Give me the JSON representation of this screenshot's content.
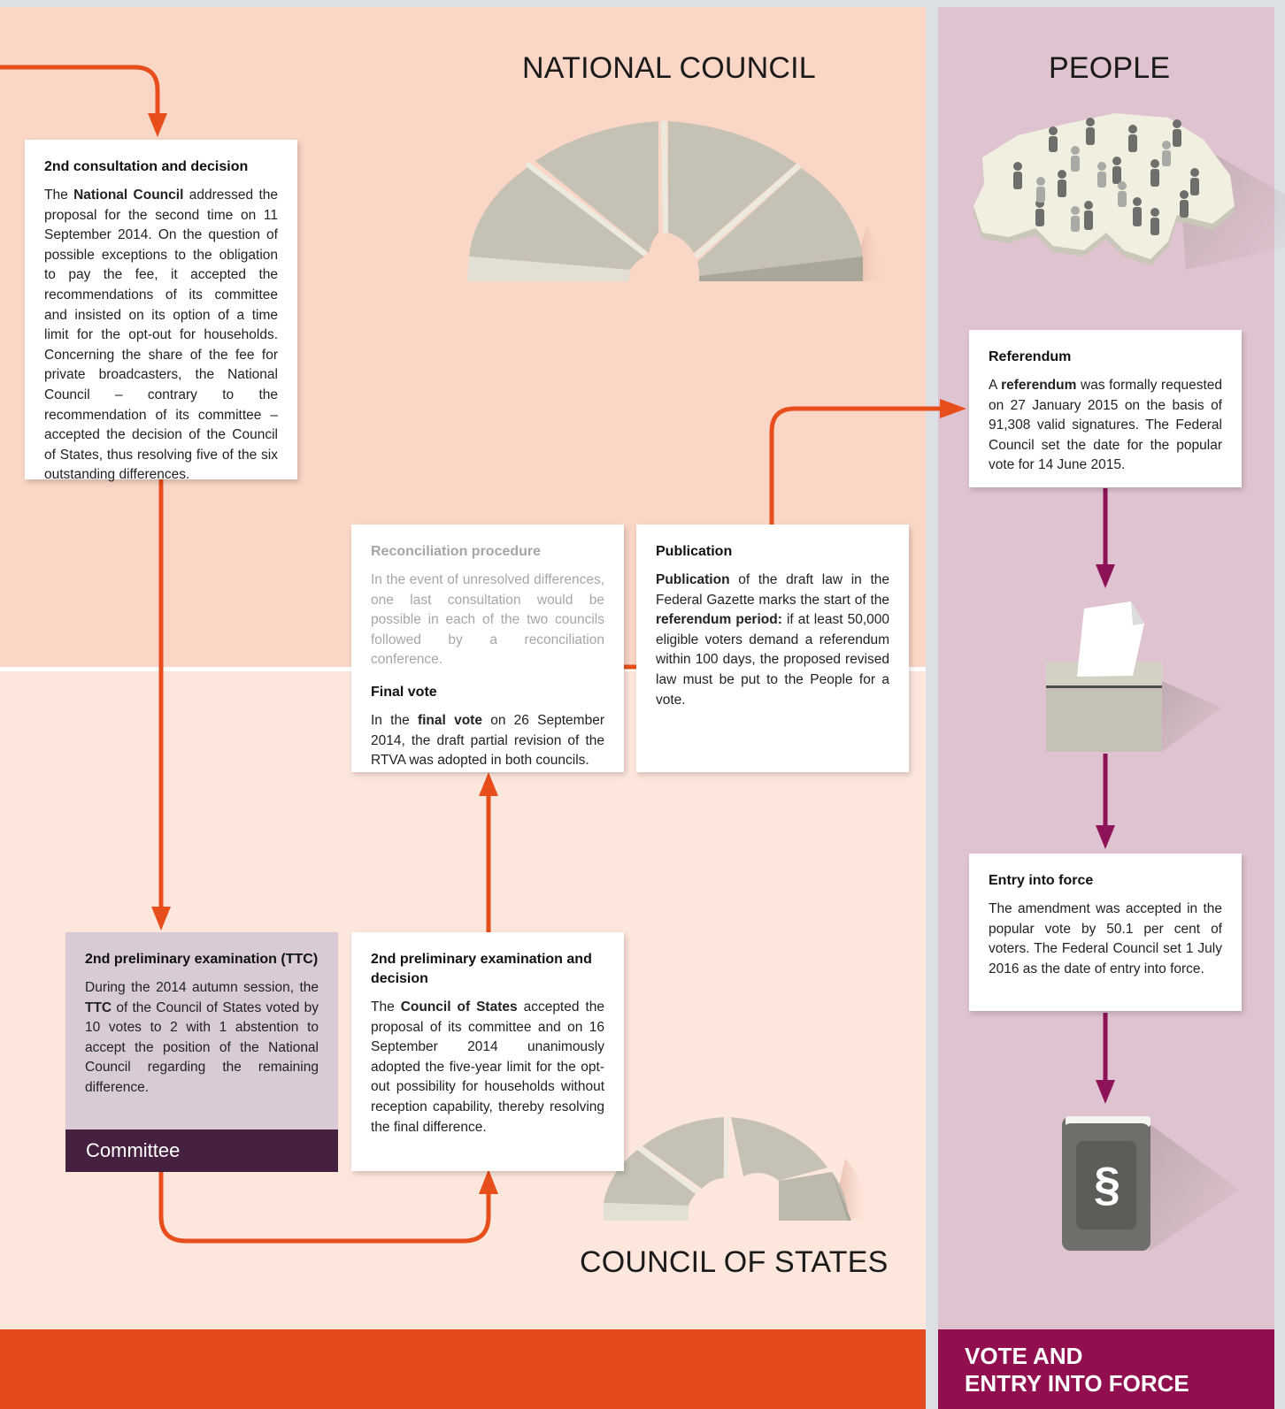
{
  "headings": {
    "national_council": "NATIONAL COUNCIL",
    "people": "PEOPLE",
    "council_of_states": "COUNCIL OF STATES"
  },
  "footer": {
    "vote_title_line1": "VOTE AND",
    "vote_title_line2": "ENTRY INTO FORCE"
  },
  "cards": {
    "nc_consultation": {
      "title": "2nd consultation and decision",
      "p1": "The ",
      "b1": "National Council",
      "p2": " addressed the proposal for the second time on 11 September 2014. On the question of possible exceptions to the obligation to pay the fee, it accepted the recommendations of its committee and insisted on its option of a time limit for the opt-out for households. Concerning the share of the fee for private broadcasters, the National Council – contrary to the recommendation of its committee – accepted the decision of the Council of States, thus resolving five of the six outstanding differences."
    },
    "reconciliation": {
      "title": "Reconciliation procedure",
      "text": "In the event of unresolved differences, one last consultation would be possible in each of the two councils followed by a reconciliation conference."
    },
    "final_vote": {
      "title": "Final vote",
      "p1": "In the ",
      "b1": "final vote",
      "p2": " on 26 September 2014, the draft partial revision of the RTVA was adopted in both councils."
    },
    "publication": {
      "title": "Publication",
      "b1": "Publication",
      "p1": " of the draft law in the Federal Gazette marks the start of the ",
      "b2": "referendum period:",
      "p2": " if at least 50,000 eligible voters demand a referendum within 100 days, the proposed revised law must be put to the People for a vote."
    },
    "referendum": {
      "title": "Referendum",
      "p1": "A ",
      "b1": "referendum",
      "p2": " was formally requested on 27 January 2015 on the basis of 91,308 valid signatures. The Federal Council set the date for the popular vote for 14 June 2015."
    },
    "entry_into_force": {
      "title": "Entry into force",
      "text": "The amendment was accepted in the popular vote by 50.1 per cent of voters. The Federal Council set 1 July 2016 as the date of entry into force."
    },
    "committee_exam": {
      "title": "2nd preliminary examination (TTC)",
      "p1": "During the 2014 autumn session, the ",
      "b1": "TTC",
      "p2": " of the Council of States voted by 10 votes to 2 with 1 abstention to accept the position of the National Council regarding the remaining difference.",
      "label": "Committee"
    },
    "cs_exam": {
      "title": "2nd preliminary examination and decision",
      "p1": "The ",
      "b1": "Council of States",
      "p2": " accepted the proposal of its committee and on 16 September 2014 unanimously adopted the five-year limit for the opt-out possibility for households without reception capability, thereby resolving the final difference."
    }
  },
  "icons": {
    "paragraph_symbol": "§"
  },
  "colors": {
    "nc_background": "#fad6c6",
    "cs_background": "#fde6dc",
    "people_background": "#dfc3d0",
    "flow_orange": "#e84e1b",
    "flow_purple": "#8e1257",
    "footer_orange": "#e34a1d",
    "footer_purple": "#920f4f",
    "committee_dark": "#46203f"
  }
}
